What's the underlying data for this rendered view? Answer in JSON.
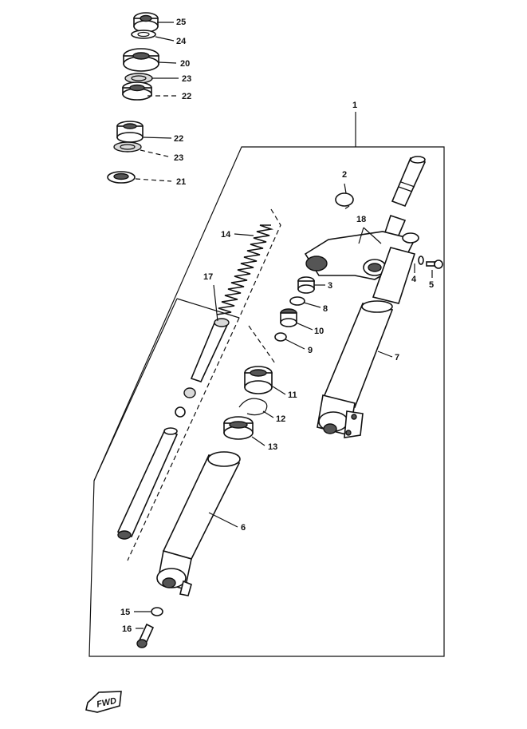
{
  "labels": {
    "l1": "1",
    "l2": "2",
    "l3": "3",
    "l4": "4",
    "l5": "5",
    "l6": "6",
    "l7": "7",
    "l8": "8",
    "l9": "9",
    "l10": "10",
    "l11": "11",
    "l12": "12",
    "l13": "13",
    "l14": "14",
    "l15": "15",
    "l16": "16",
    "l17": "17",
    "l18": "18",
    "l20": "20",
    "l21": "21",
    "l22a": "22",
    "l22b": "22",
    "l23a": "23",
    "l23b": "23",
    "l24": "24",
    "l25": "25"
  },
  "fwd_badge": "FWD"
}
